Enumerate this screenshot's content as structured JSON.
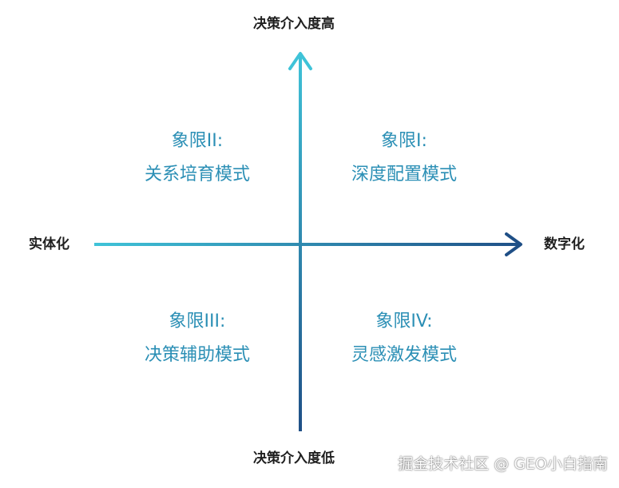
{
  "axes": {
    "top": "决策介入度高",
    "bottom": "决策介入度低",
    "left": "实体化",
    "right": "数字化"
  },
  "quadrants": {
    "top_left": {
      "title": "象限II:",
      "name": "关系培育模式"
    },
    "top_right": {
      "title": "象限I:",
      "name": "深度配置模式"
    },
    "bottom_left": {
      "title": "象限III:",
      "name": "决策辅助模式"
    },
    "bottom_right": {
      "title": "象限IV:",
      "name": "灵感激发模式"
    }
  },
  "watermark": "掘金技术社区 @ GEO小白指南",
  "colors": {
    "axis_start": "#3fc3d8",
    "axis_end": "#1f4f86",
    "quadrant_text": "#2b8fb5",
    "label_text": "#1f1f1f"
  }
}
